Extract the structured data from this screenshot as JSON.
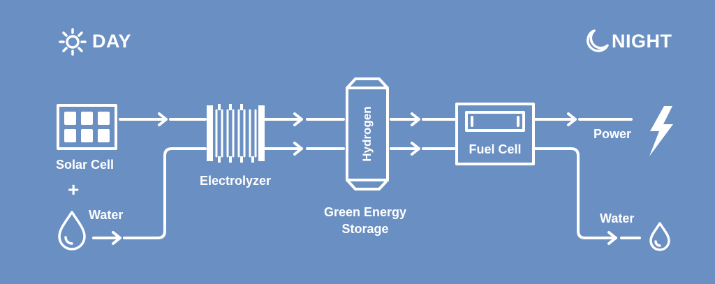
{
  "headers": {
    "day": "DAY",
    "night": "NIGHT"
  },
  "components": {
    "solar_cell": "Solar Cell",
    "plus": "+",
    "water_in": "Water",
    "electrolyzer": "Electrolyzer",
    "hydrogen": "Hydrogen",
    "storage_line1": "Green Energy",
    "storage_line2": "Storage",
    "fuel_cell": "Fuel Cell",
    "power": "Power",
    "water_out": "Water"
  },
  "icons": [
    "sun-icon",
    "moon-icon",
    "solar-panel-icon",
    "water-drop-icon",
    "electrolyzer-icon",
    "hydrogen-tank-icon",
    "fuel-cell-icon",
    "lightning-icon"
  ],
  "colors": {
    "background": "#6a8fc2",
    "foreground": "#ffffff"
  }
}
